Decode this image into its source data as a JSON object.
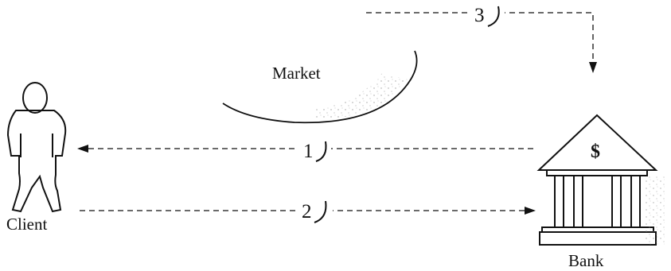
{
  "labels": {
    "market": "Market",
    "client": "Client",
    "bank": "Bank",
    "bank_symbol": "$"
  },
  "steps": [
    {
      "number": "1",
      "from": "Bank",
      "to": "Client"
    },
    {
      "number": "2",
      "from": "Client",
      "to": "Bank"
    },
    {
      "number": "3",
      "from": "Market",
      "to": "Bank"
    }
  ]
}
